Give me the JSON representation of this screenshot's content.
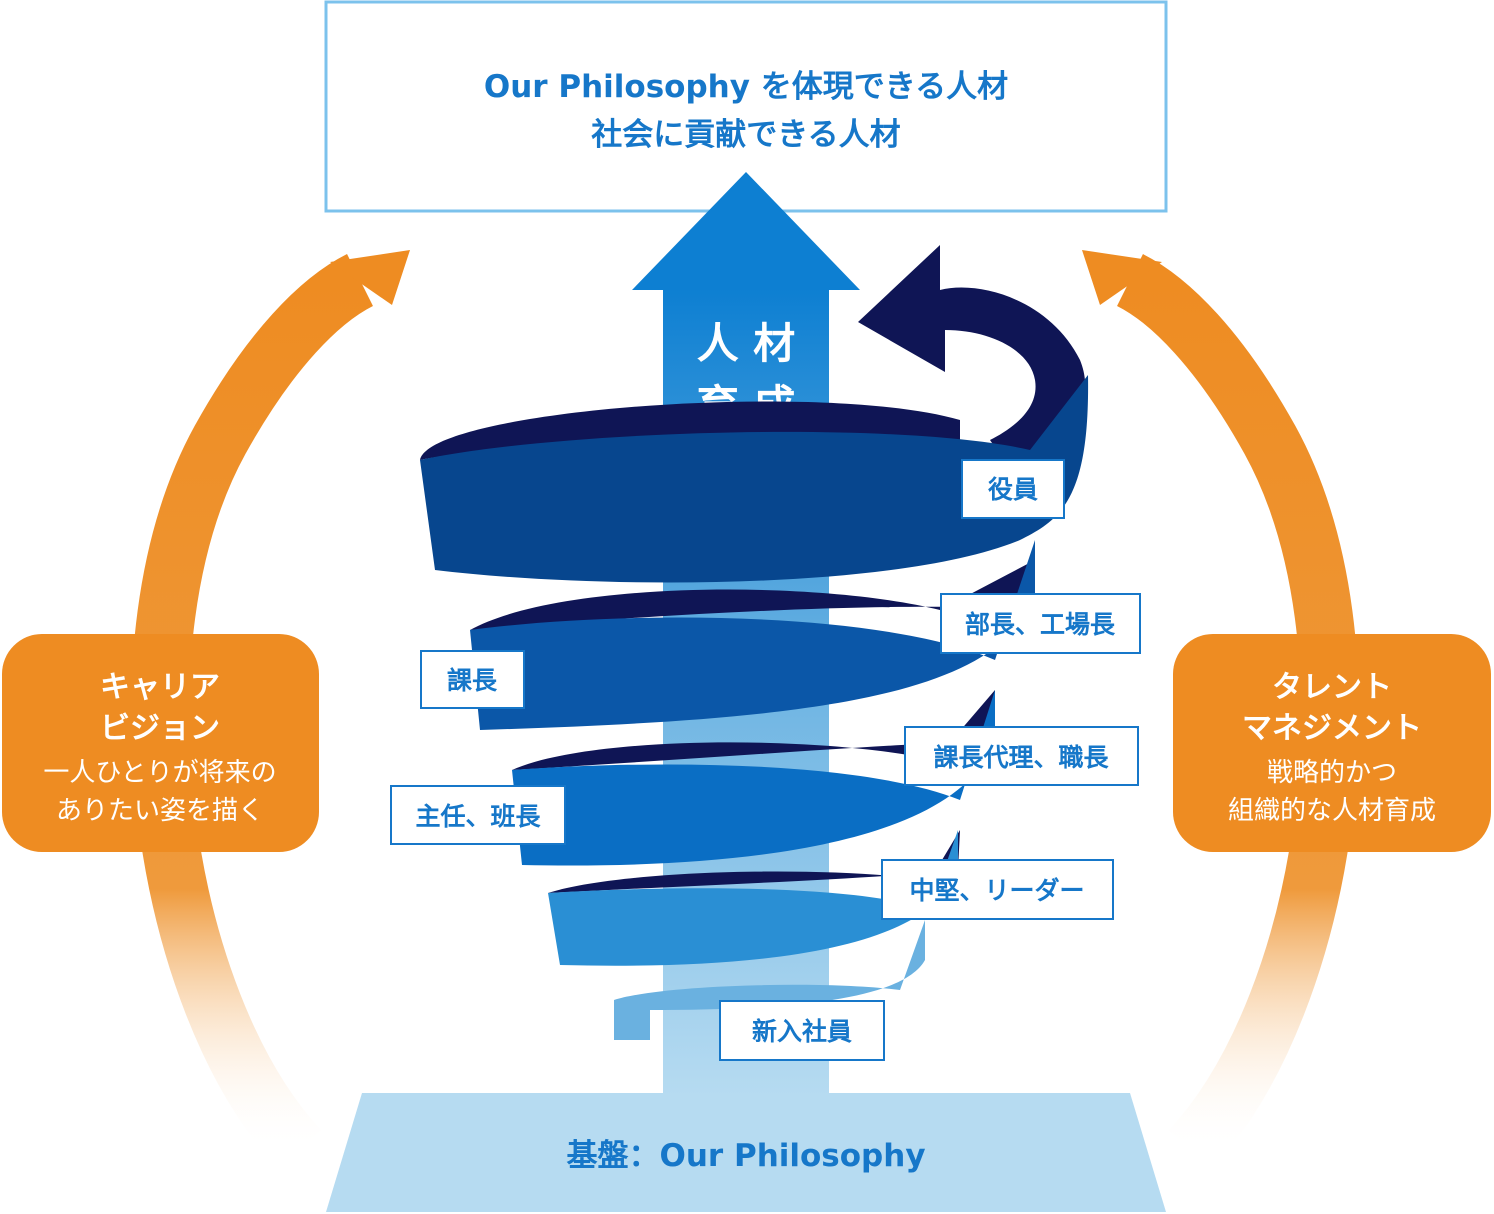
{
  "goal": {
    "line1": "Our Philosophy を体現できる人材",
    "line2": "社会に貢献できる人材"
  },
  "center_arrow": {
    "line1": "人 材",
    "line2": "育 成"
  },
  "foundation": {
    "label": "基盤：Our Philosophy"
  },
  "left_box": {
    "title1": "キャリア",
    "title2": "ビジョン",
    "desc1": "一人ひとりが将来の",
    "desc2": "ありたい姿を描く"
  },
  "right_box": {
    "title1": "タレント",
    "title2": "マネジメント",
    "desc1": "戦略的かつ",
    "desc2": "組織的な人材育成"
  },
  "levels": [
    {
      "label": "役員"
    },
    {
      "label": "部長、工場長"
    },
    {
      "label": "課長"
    },
    {
      "label": "課長代理、職長"
    },
    {
      "label": "主任、班長"
    },
    {
      "label": "中堅、リーダー"
    },
    {
      "label": "新入社員"
    }
  ],
  "colors": {
    "orange": "#ee8c22",
    "blue_text": "#1677c9",
    "navy": "#0f1555",
    "goal_border": "#7cc2ec",
    "foundation": "#b6dbf1"
  }
}
